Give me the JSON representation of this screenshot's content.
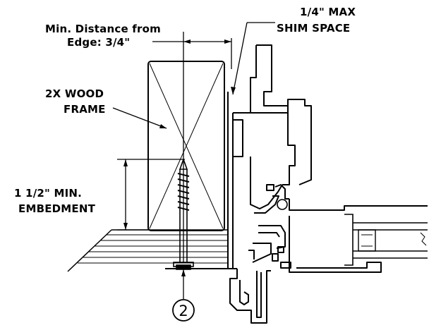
{
  "labels": {
    "min_distance_line1": "Min. Distance from",
    "min_distance_line2": "Edge: 3/4\"",
    "shim_line1": "1/4\" MAX",
    "shim_line2": "SHIM SPACE",
    "wood_line1": "2X WOOD",
    "wood_line2": "FRAME",
    "embed_line1": "1 1/2\" MIN.",
    "embed_line2": "EMBEDMENT"
  },
  "callout": {
    "number": "2"
  },
  "colors": {
    "line": "#000000",
    "background": "#ffffff"
  }
}
